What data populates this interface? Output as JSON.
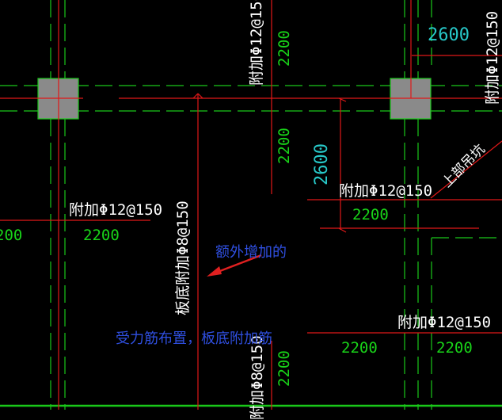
{
  "canvas": {
    "background": "#000000",
    "colors": {
      "axis": "#19c819",
      "rebar": "#e01818",
      "column": "#8a8a8a",
      "dim_text": "#19d419",
      "label_text": "#ffffff",
      "dim_text_cyan": "#27c8c8",
      "annotation": "#2f4fe0",
      "arrow": "#e02020"
    }
  },
  "labels": {
    "top_vertical": "附加Φ12@150",
    "top_dim_vertical": "2200",
    "dim_2600_top": "2600",
    "right_edge": "附加Φ12@150",
    "mid_dim_vertical": "2200",
    "dim_2600_mid": "2600",
    "mid_rebar": "附加Φ12@150",
    "mid_dim": "2200",
    "hole_note": "上部吊坑",
    "left_rebar": "附加Φ12@150",
    "left_dim": "2200",
    "left_partial_dim": "200",
    "bottom_plate_rebar": "板底附加Φ8@150",
    "bottom_right_rebar": "附加Φ12@150",
    "bottom_dim_1": "2200",
    "bottom_dim_2": "2200",
    "bottom_vertical_rebar": "附加Φ8@150",
    "bottom_vertical_dim": "2200"
  },
  "annotations": {
    "extra_added": "额外增加的",
    "rebar_layout": "受力筋布置，板底附加筋"
  }
}
